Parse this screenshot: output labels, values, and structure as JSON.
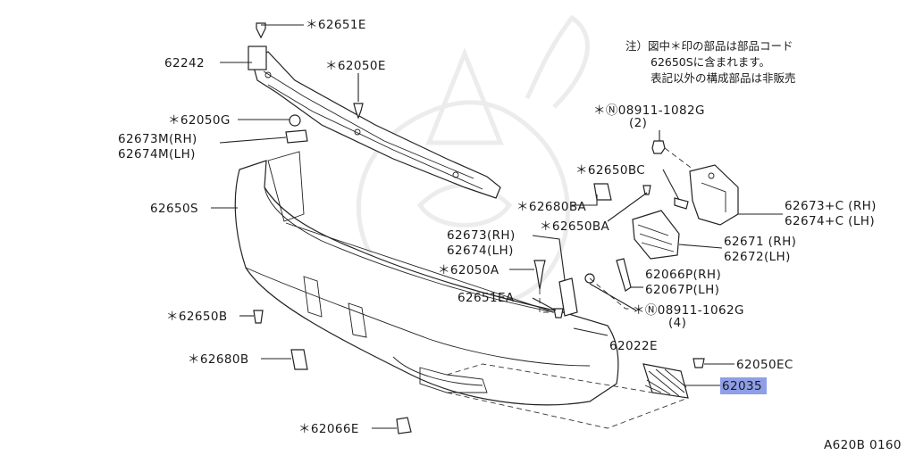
{
  "note": {
    "line1": "注）図中＊印の部品は部品コード",
    "line2": "62650Sに含まれます。",
    "line3": "表記以外の構成部品は非販売"
  },
  "callouts": [
    {
      "id": "c-62651E",
      "text": "＊62651E"
    },
    {
      "id": "c-62242",
      "text": "62242"
    },
    {
      "id": "c-62050E",
      "text": "＊62050E"
    },
    {
      "id": "c-62050G",
      "text": "＊62050G"
    },
    {
      "id": "c-62673M",
      "text": "62673M(RH)"
    },
    {
      "id": "c-62674M",
      "text": "62674M(LH)"
    },
    {
      "id": "c-62650S",
      "text": "62650S"
    },
    {
      "id": "c-08911-1082G",
      "text": "＊Ⓝ08911-1082G"
    },
    {
      "id": "c-08911-1082G-qty",
      "text": "(2)"
    },
    {
      "id": "c-62650BC",
      "text": "＊62650BC"
    },
    {
      "id": "c-62680BA",
      "text": "＊62680BA"
    },
    {
      "id": "c-62650BA",
      "text": "＊62650BA"
    },
    {
      "id": "c-62673C",
      "text": "62673+C (RH)"
    },
    {
      "id": "c-62674C",
      "text": "62674+C (LH)"
    },
    {
      "id": "c-62673",
      "text": "62673(RH)"
    },
    {
      "id": "c-62674",
      "text": "62674(LH)"
    },
    {
      "id": "c-62671",
      "text": "62671 (RH)"
    },
    {
      "id": "c-62672",
      "text": "62672(LH)"
    },
    {
      "id": "c-62050A",
      "text": "＊62050A"
    },
    {
      "id": "c-62066P",
      "text": "62066P(RH)"
    },
    {
      "id": "c-62067P",
      "text": "62067P(LH)"
    },
    {
      "id": "c-62651EA",
      "text": "62651EA"
    },
    {
      "id": "c-08911-1062G",
      "text": "＊Ⓝ08911-1062G"
    },
    {
      "id": "c-08911-1062G-qty",
      "text": "(4)"
    },
    {
      "id": "c-62650B",
      "text": "＊62650B"
    },
    {
      "id": "c-62022E",
      "text": "62022E"
    },
    {
      "id": "c-62680B",
      "text": "＊62680B"
    },
    {
      "id": "c-62050EC",
      "text": "62050EC"
    },
    {
      "id": "c-62035",
      "text": "62035"
    },
    {
      "id": "c-62066E",
      "text": "＊62066E"
    }
  ],
  "figure_code": "A620B 0160",
  "highlight_color": "#8f9ee8"
}
